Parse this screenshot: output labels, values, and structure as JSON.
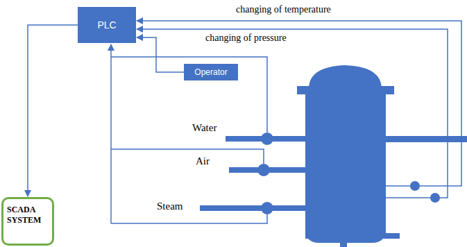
{
  "diagram": {
    "nodes": [
      {
        "text": [
          "PLC"
        ]
      },
      {
        "text": [
          "Operator"
        ]
      },
      {
        "text": [
          "SCADA SYSTEM"
        ]
      }
    ],
    "edges": [
      {
        "from": 1,
        "to": 0,
        "arrow": "to"
      },
      {
        "from": 0,
        "to": 2,
        "arrow": "to"
      }
    ],
    "labels": [
      "changing of temperature",
      "changing of pressure",
      "Water",
      "Air",
      "Steam"
    ]
  }
}
